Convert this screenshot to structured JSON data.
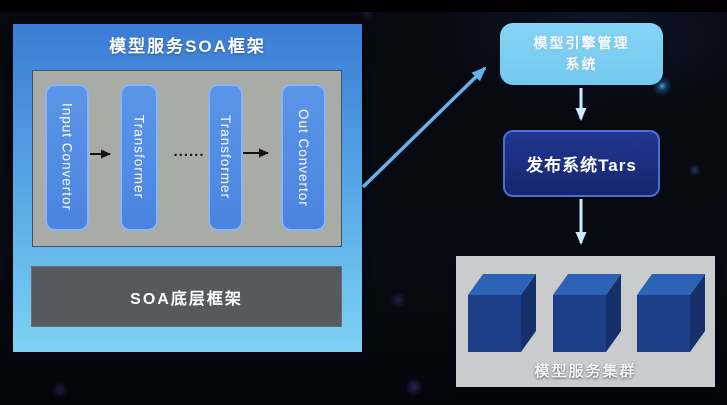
{
  "slide": {
    "soa_frame": {
      "title": "模型服务SOA框架",
      "nodes": [
        {
          "label": "Input Convertor"
        },
        {
          "label": "Transformer"
        },
        {
          "label": "Transformer"
        },
        {
          "label": "Out Convertor"
        }
      ],
      "ellipsis": "......",
      "base_label": "SOA底层框架"
    },
    "engine_manager": {
      "line1": "模型引擎管理",
      "line2": "系统"
    },
    "release_system": {
      "label": "发布系统Tars"
    },
    "cluster": {
      "label": "模型服务集群",
      "cube_count": 3
    },
    "colors": {
      "frame_gradient_top": "#3b7cd4",
      "frame_gradient_bottom": "#7ed1f3",
      "pipeline_panel_gray": "#a9aba6",
      "node_blue": "#4a84e0",
      "node_border_blue": "#8ab5f0",
      "base_bar_gray": "#56595d",
      "engine_box_cyan": "#7ccff3",
      "release_box_navy": "#1b2e7d",
      "release_border_blue": "#4a6fd4",
      "cluster_panel_gray": "#c9cbcd",
      "cube_top": "#2c63b5",
      "cube_front": "#1c3f88",
      "cube_side": "#16306b",
      "arrow_light_blue": "#64b1ee",
      "arrow_pale": "#cfeafc",
      "arrow_black": "#141414",
      "background": "#070910"
    }
  }
}
